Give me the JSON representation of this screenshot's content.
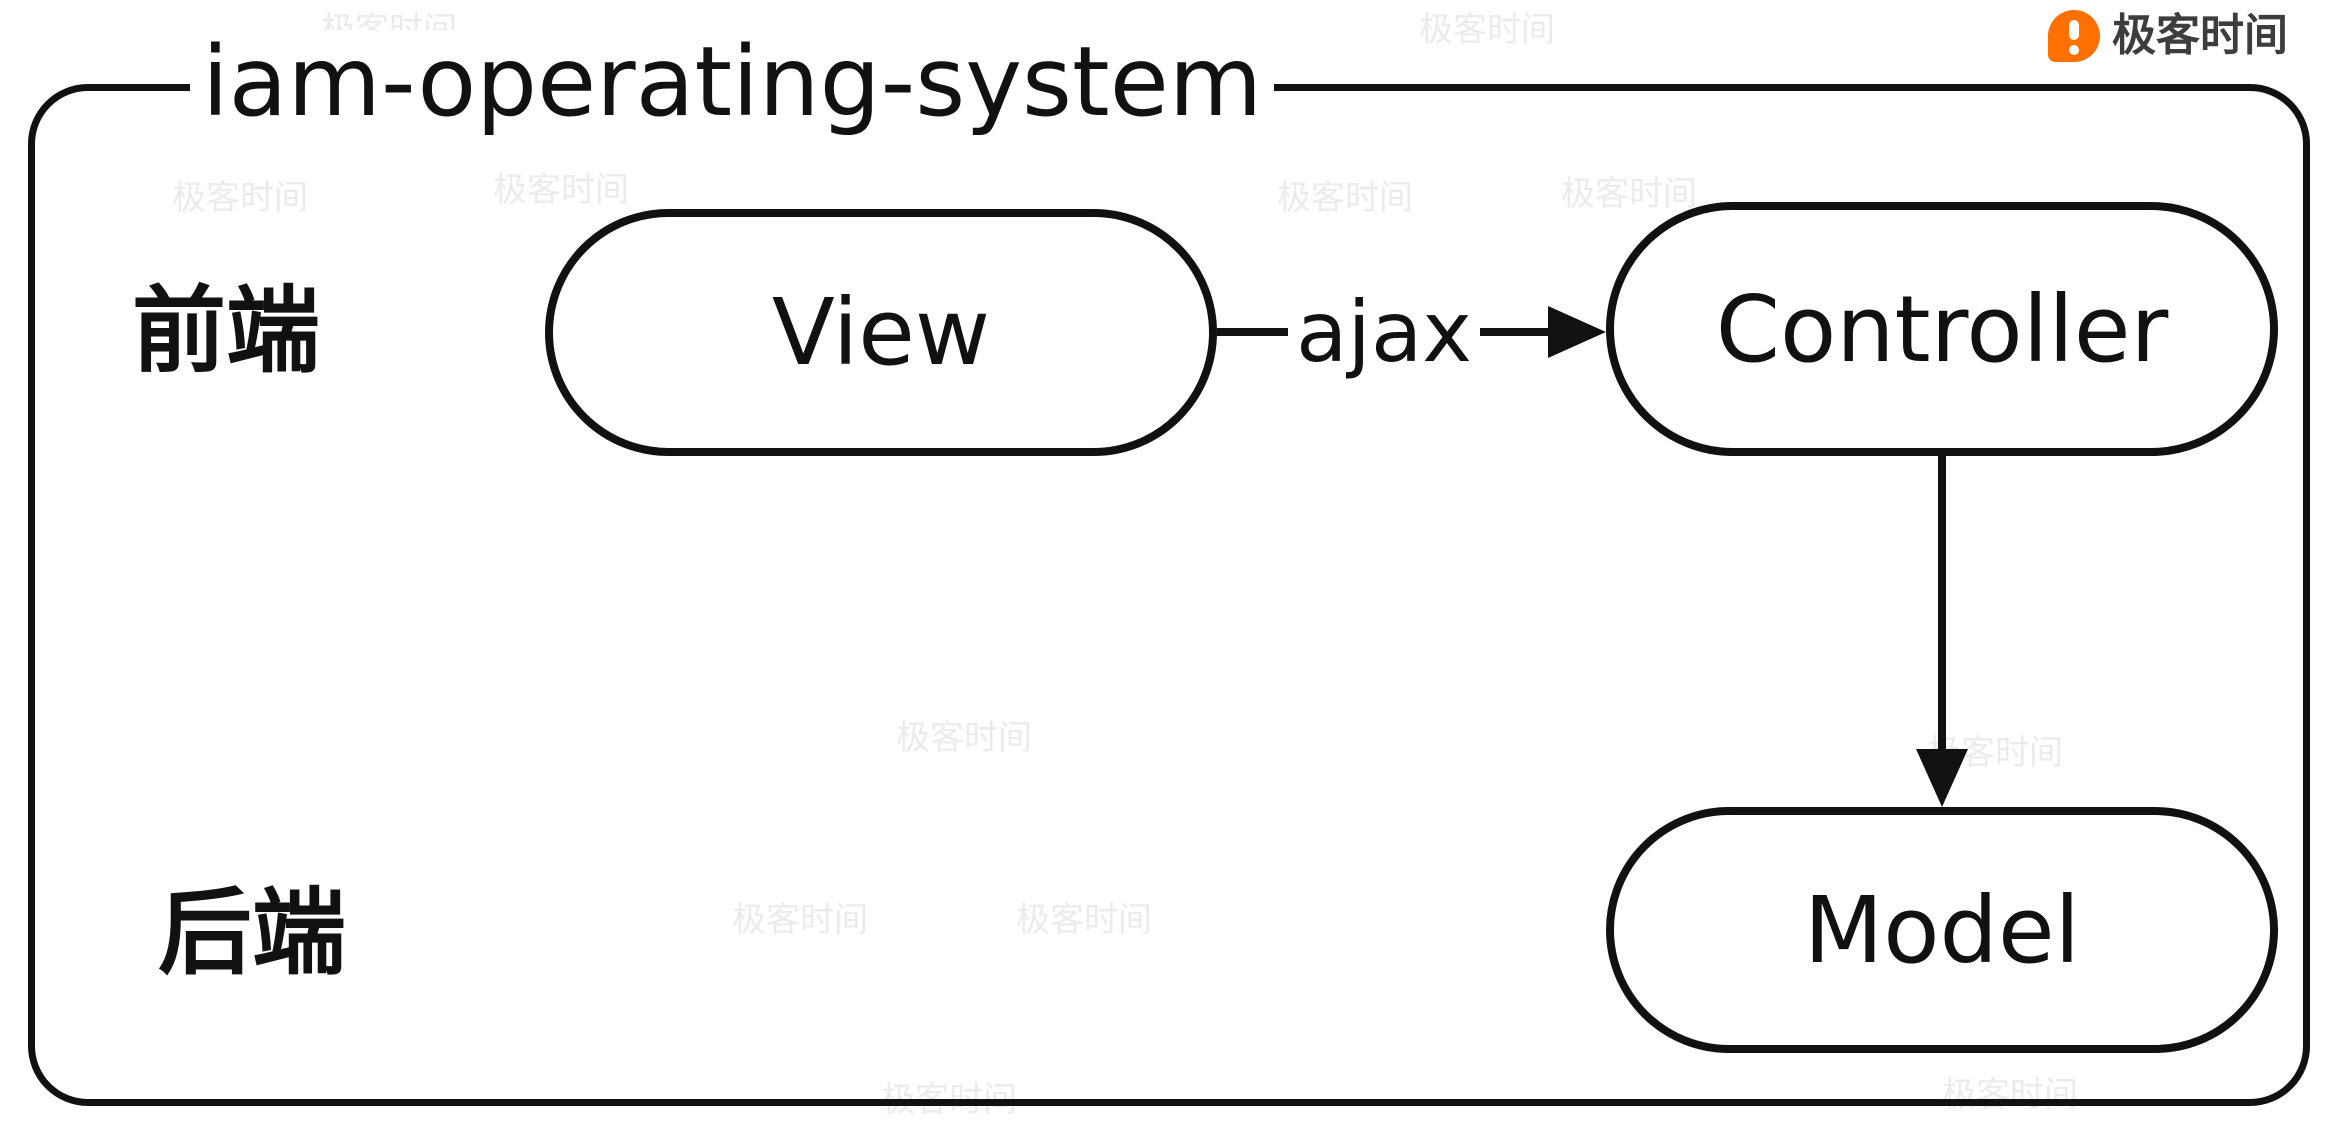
{
  "diagram": {
    "title": "iam-operating-system",
    "regions": {
      "frontend": "前端",
      "backend": "后端"
    },
    "nodes": [
      {
        "id": "view",
        "label": "View"
      },
      {
        "id": "controller",
        "label": "Controller"
      },
      {
        "id": "model",
        "label": "Model"
      }
    ],
    "edges": [
      {
        "from": "view",
        "to": "controller",
        "label": "ajax",
        "direction": "right"
      },
      {
        "from": "controller",
        "to": "model",
        "label": "",
        "direction": "down"
      }
    ]
  },
  "branding": {
    "logo_text": "极客时间"
  },
  "watermark": {
    "text": "极客时间"
  },
  "colors": {
    "stroke": "#111111",
    "background": "#ffffff",
    "brand_orange": "#ff7000"
  }
}
